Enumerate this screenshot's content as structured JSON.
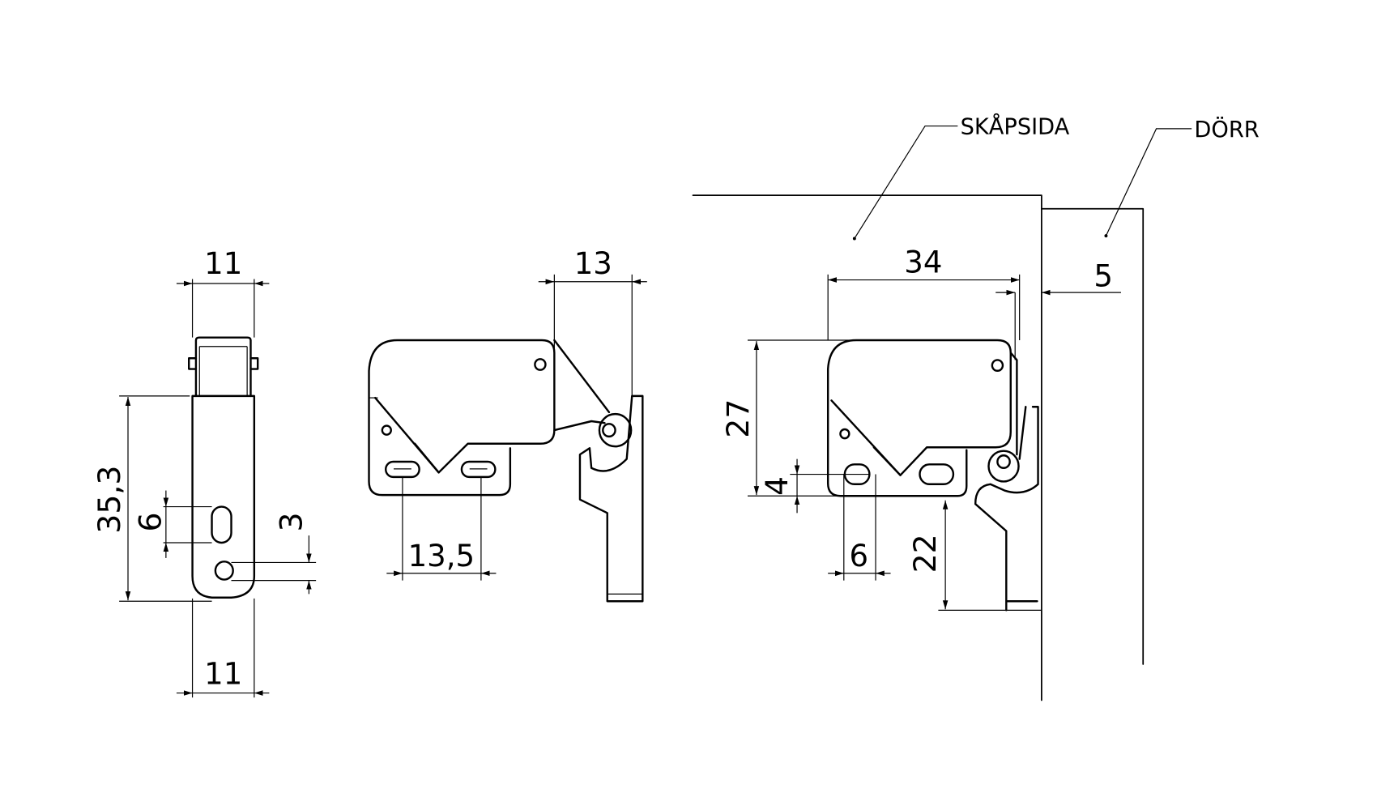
{
  "labels": {
    "cabinet_side": "SKÅPSIDA",
    "door": "DÖRR"
  },
  "side_view": {
    "top_width": "11",
    "bottom_width": "11",
    "height": "35,3",
    "slot_length": "6",
    "hole_offset": "3"
  },
  "front_view": {
    "arm_width": "13",
    "hole_spacing": "13,5"
  },
  "mounted_view": {
    "body_width": "34",
    "gap": "5",
    "body_height": "27",
    "slot_height": "4",
    "slot_width": "6",
    "latch_height": "22"
  },
  "colors": {
    "line": "#000000",
    "background": "#ffffff"
  }
}
